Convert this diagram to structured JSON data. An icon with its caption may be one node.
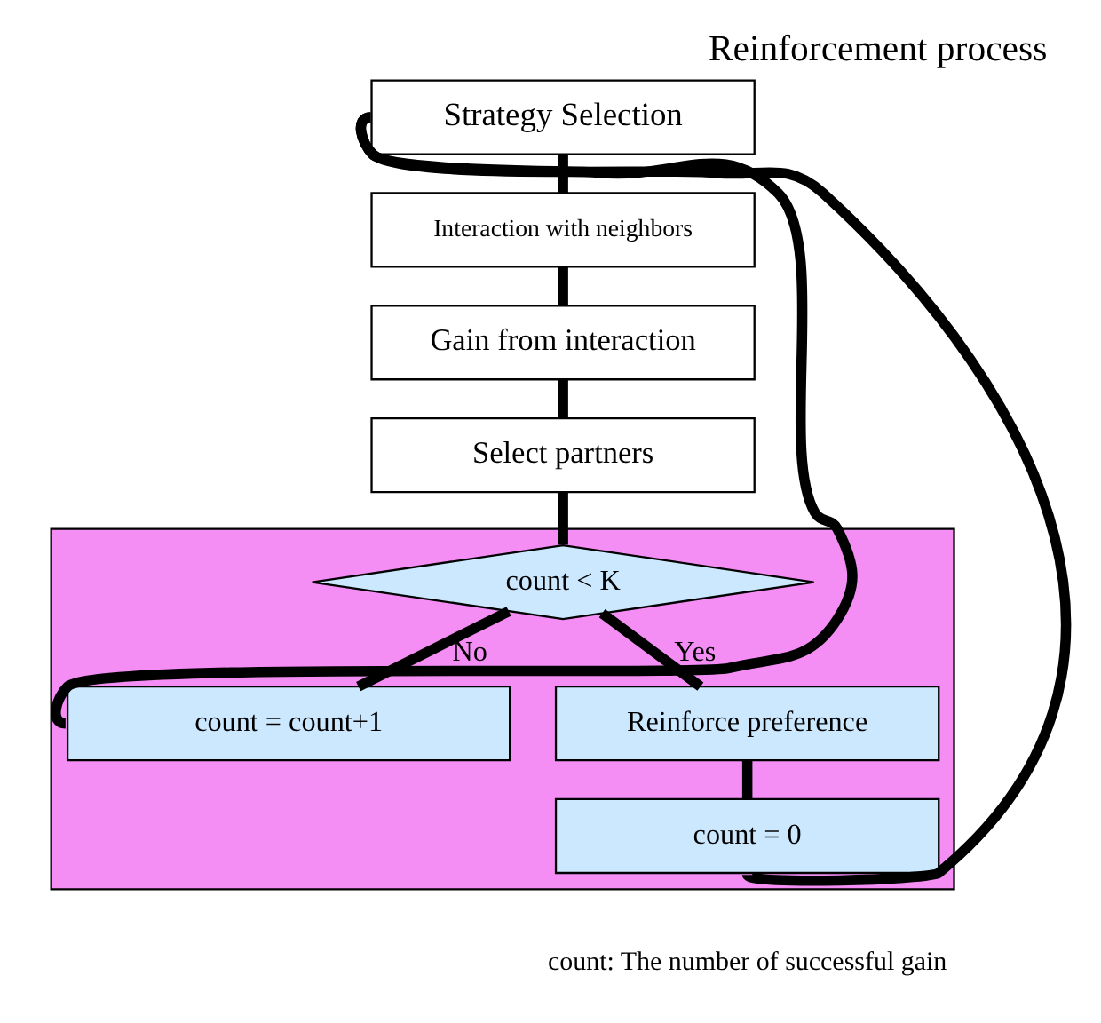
{
  "diagram": {
    "title": "Reinforcement process",
    "caption": "count: The number of successful gain",
    "nodes": [
      {
        "text": [
          "Strategy Selection"
        ]
      },
      {
        "text": [
          "Interaction with neighbors"
        ]
      },
      {
        "text": [
          "Gain from interaction"
        ]
      },
      {
        "text": [
          "Select partners"
        ]
      },
      {
        "text": [],
        "shape": "box"
      },
      {
        "text": [
          "count < K"
        ],
        "in": 4
      },
      {
        "text": [
          "Reinforce preference"
        ],
        "in": 4
      },
      {
        "text": [
          "count = count+1"
        ],
        "in": 4
      },
      {
        "text": [
          "count = 0"
        ],
        "in": 4
      }
    ],
    "edges": [
      {
        "from": 0,
        "to": 1,
        "arrow": "none"
      },
      {
        "from": 1,
        "to": 2,
        "arrow": "none"
      },
      {
        "from": 2,
        "to": 3,
        "arrow": "none"
      },
      {
        "from": 3,
        "to": 5,
        "arrow": "none"
      },
      {
        "from": 5,
        "to": 6,
        "arrow": "none",
        "label": "Yes"
      },
      {
        "from": 6,
        "to": 8,
        "arrow": "none"
      },
      {
        "from": 5,
        "to": 7,
        "arrow": "none",
        "label": "No"
      },
      {
        "from": 7,
        "to": 0,
        "arrow": "none"
      },
      {
        "from": 8,
        "to": 0,
        "arrow": "none"
      }
    ]
  }
}
